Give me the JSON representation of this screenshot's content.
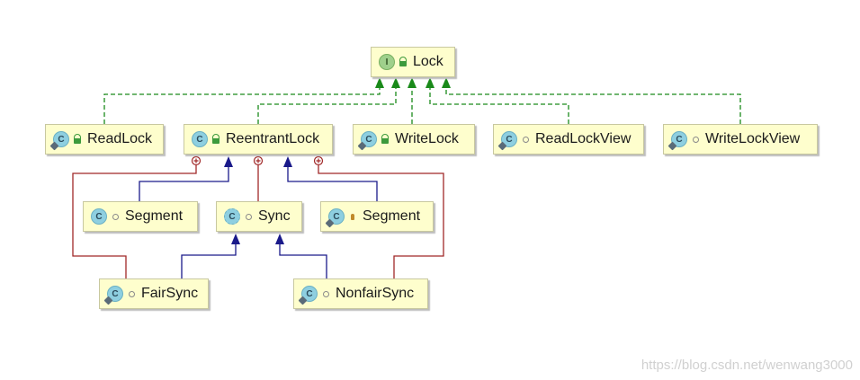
{
  "nodes": [
    {
      "id": "lock",
      "label": "Lock",
      "kind": "I",
      "type": "interface",
      "visibility": "public",
      "icon": "interface-icon"
    },
    {
      "id": "readlock",
      "label": "ReadLock",
      "kind": "C",
      "type": "class",
      "visibility": "public",
      "icon": "static-class-icon"
    },
    {
      "id": "reentrantlock",
      "label": "ReentrantLock",
      "kind": "C",
      "type": "class",
      "visibility": "public",
      "icon": "class-icon"
    },
    {
      "id": "writelock",
      "label": "WriteLock",
      "kind": "C",
      "type": "class",
      "visibility": "public",
      "icon": "static-class-icon"
    },
    {
      "id": "readlockview",
      "label": "ReadLockView",
      "kind": "C",
      "type": "class",
      "visibility": "package",
      "icon": "static-class-icon"
    },
    {
      "id": "writelockview",
      "label": "WriteLockView",
      "kind": "C",
      "type": "class",
      "visibility": "package",
      "icon": "static-class-icon"
    },
    {
      "id": "segment1",
      "label": "Segment",
      "kind": "C",
      "type": "class",
      "visibility": "package",
      "icon": "class-icon"
    },
    {
      "id": "sync",
      "label": "Sync",
      "kind": "C",
      "type": "class",
      "visibility": "package",
      "icon": "abstract-class-icon"
    },
    {
      "id": "segment2",
      "label": "Segment",
      "kind": "C",
      "type": "class",
      "visibility": "private",
      "icon": "static-class-icon"
    },
    {
      "id": "fairsync",
      "label": "FairSync",
      "kind": "C",
      "type": "class",
      "visibility": "package",
      "icon": "static-class-icon"
    },
    {
      "id": "nonfairsync",
      "label": "NonfairSync",
      "kind": "C",
      "type": "class",
      "visibility": "package",
      "icon": "static-class-icon"
    }
  ],
  "relations": [
    {
      "from": "readlock",
      "to": "lock",
      "type": "implements"
    },
    {
      "from": "reentrantlock",
      "to": "lock",
      "type": "implements"
    },
    {
      "from": "writelock",
      "to": "lock",
      "type": "implements"
    },
    {
      "from": "readlockview",
      "to": "lock",
      "type": "implements"
    },
    {
      "from": "writelockview",
      "to": "lock",
      "type": "implements"
    },
    {
      "from": "segment1",
      "to": "reentrantlock",
      "type": "extends"
    },
    {
      "from": "segment2",
      "to": "reentrantlock",
      "type": "extends"
    },
    {
      "from": "fairsync",
      "to": "sync",
      "type": "extends"
    },
    {
      "from": "nonfairsync",
      "to": "sync",
      "type": "extends"
    },
    {
      "from": "fairsync",
      "to": "reentrantlock",
      "type": "inner-class"
    },
    {
      "from": "sync",
      "to": "reentrantlock",
      "type": "inner-class"
    },
    {
      "from": "nonfairsync",
      "to": "reentrantlock",
      "type": "inner-class"
    }
  ],
  "colors": {
    "implements": "#1a8a1a",
    "extends": "#1a1a8a",
    "inner_class": "#a02828",
    "node_fill": "#fefecd"
  },
  "watermark": "https://blog.csdn.net/wenwang3000"
}
